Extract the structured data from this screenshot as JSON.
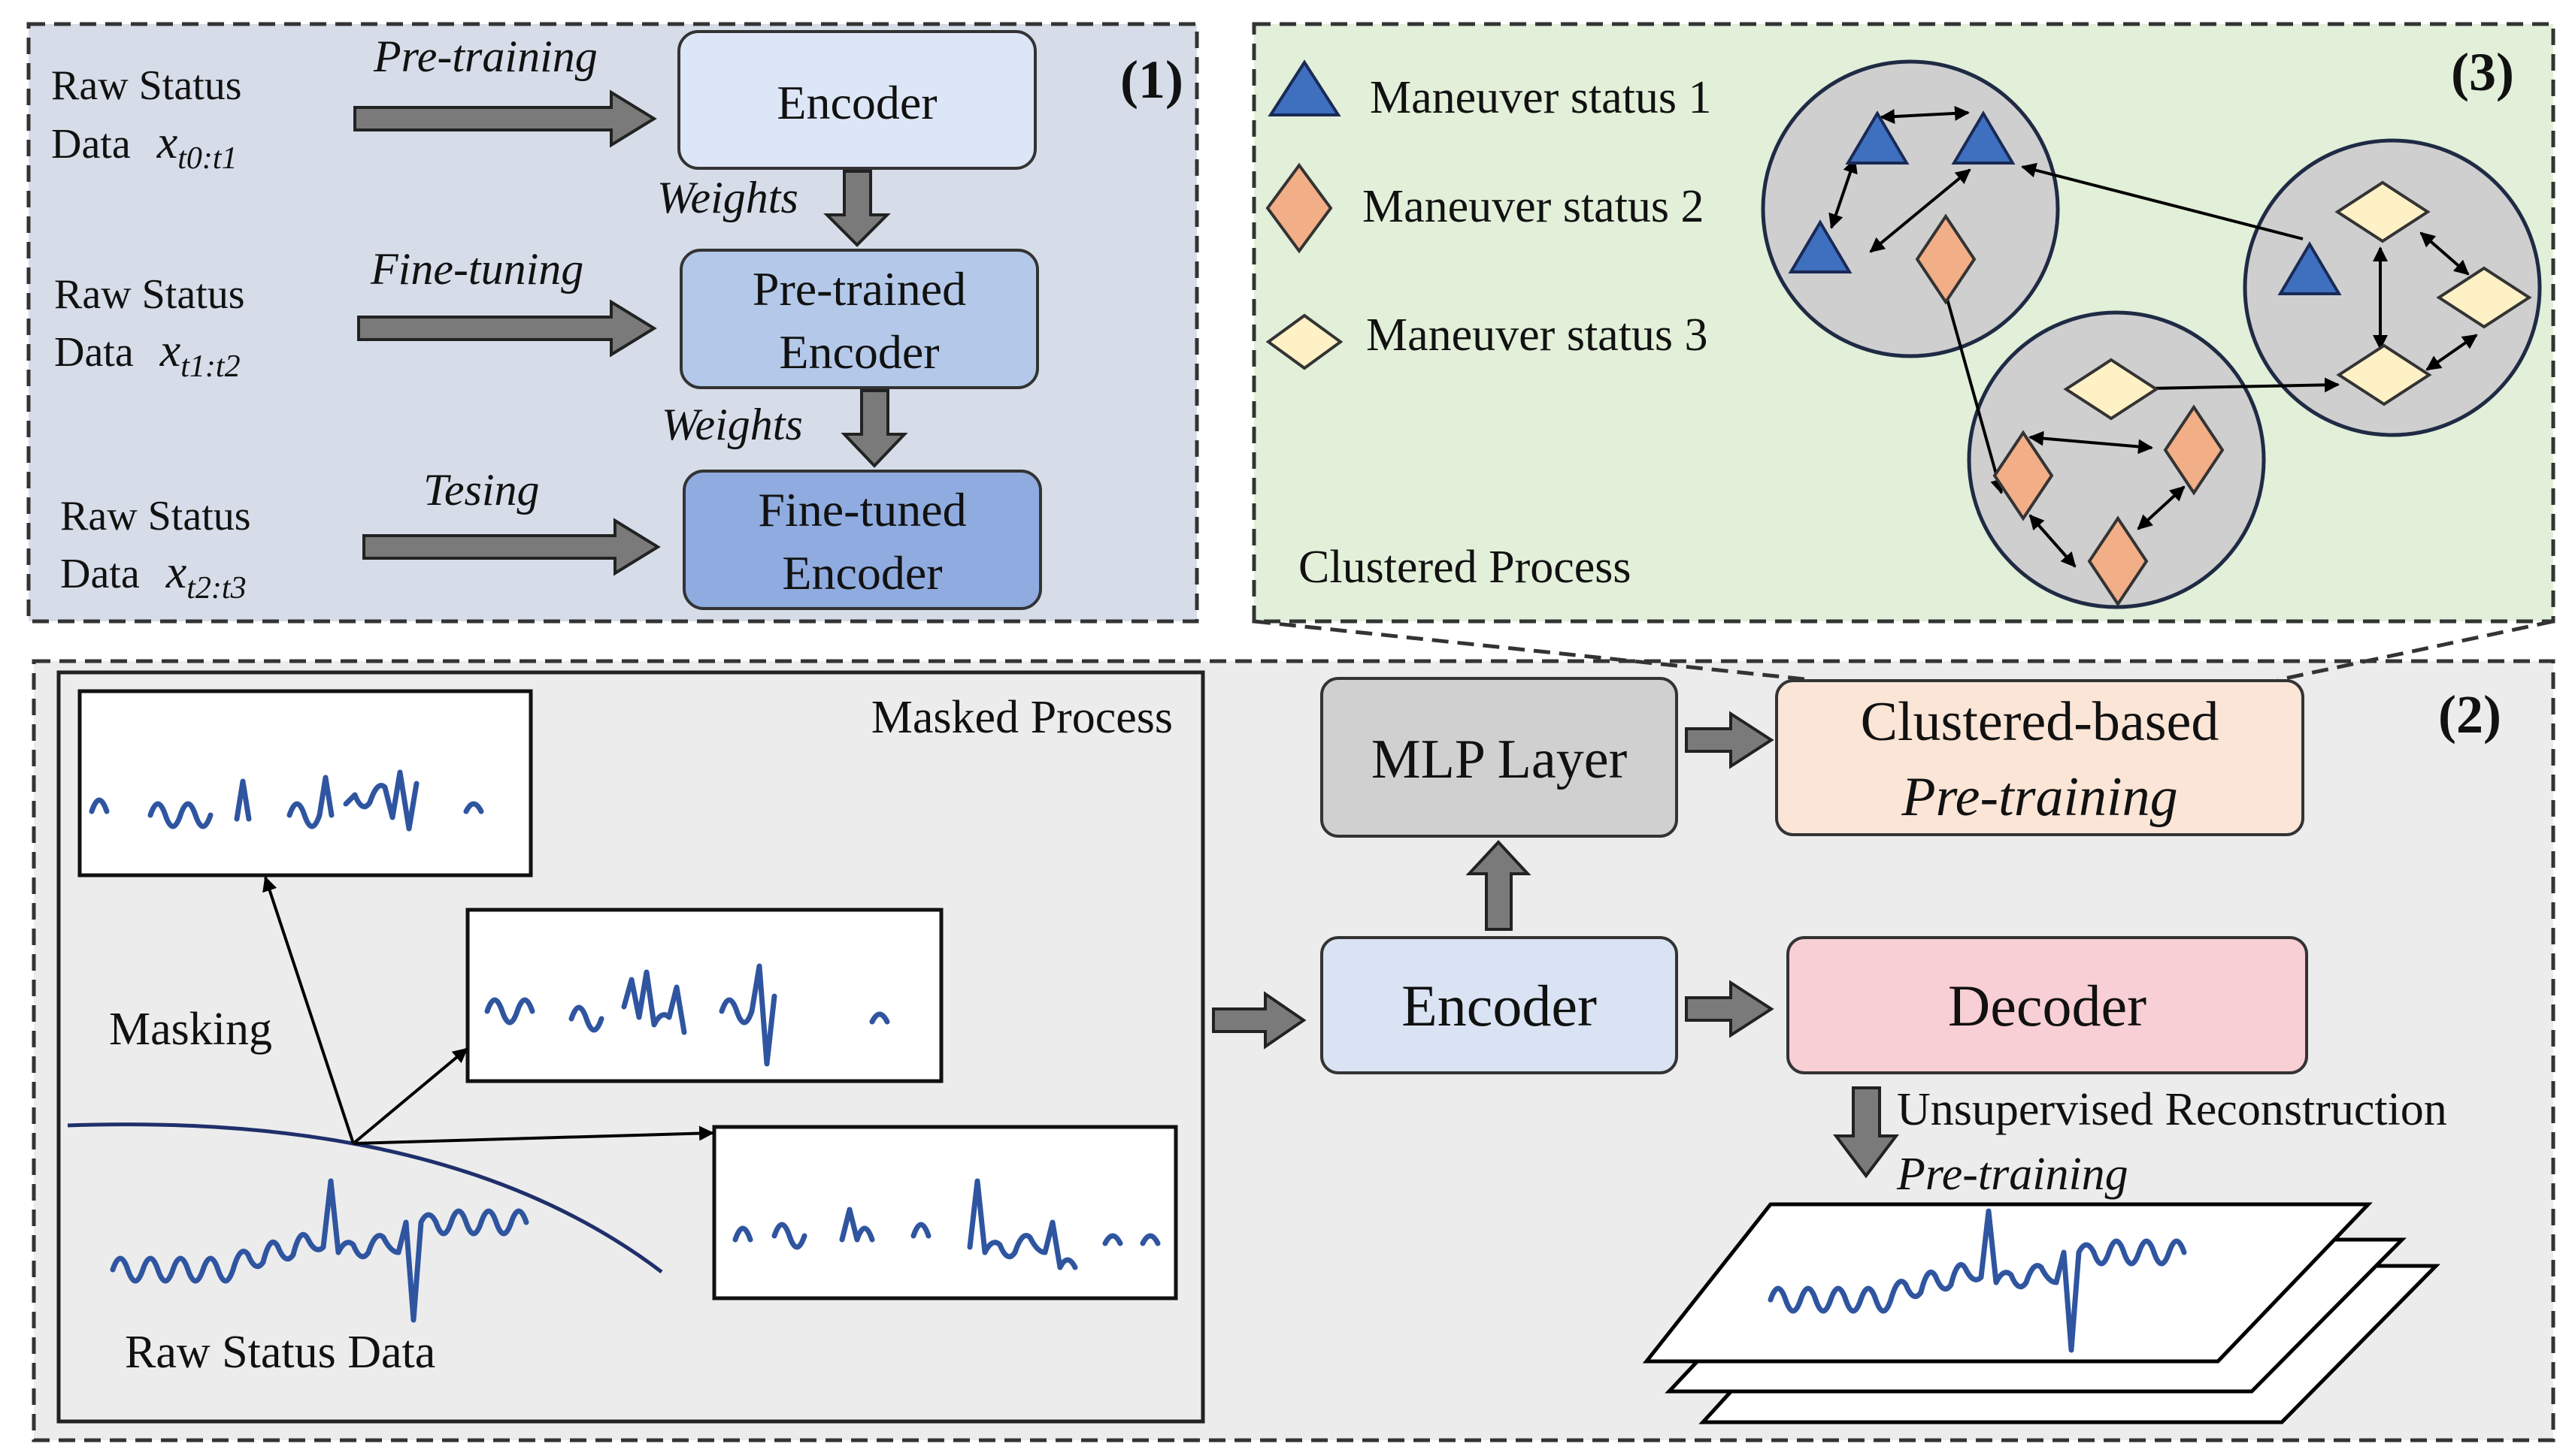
{
  "panel1": {
    "label": "(1)",
    "rows": [
      {
        "raw_line1": "Raw Status",
        "raw_line2": "Data",
        "var_x": "x",
        "var_sub": "t0:t1",
        "arrow_label": "Pre-training",
        "box_line1": "Encoder",
        "box_line2": "",
        "box_color": "#dde6f6"
      },
      {
        "raw_line1": "Raw Status",
        "raw_line2": "Data",
        "var_x": "x",
        "var_sub": "t1:t2",
        "arrow_label": "Fine-tuning",
        "box_line1": "Pre-trained",
        "box_line2": "Encoder",
        "box_color": "#b4c9e9"
      },
      {
        "raw_line1": "Raw Status",
        "raw_line2": "Data",
        "var_x": "x",
        "var_sub": "t2:t3",
        "arrow_label": "Tesing",
        "box_line1": "Fine-tuned",
        "box_line2": "Encoder",
        "box_color": "#8fabdf"
      }
    ],
    "weights_label": "Weights"
  },
  "panel3": {
    "label": "(3)",
    "legend": [
      {
        "shape": "triangle",
        "label": "Maneuver status 1",
        "color": "#3f6fbf"
      },
      {
        "shape": "diamond",
        "label": "Maneuver status 2",
        "color": "#f2ae86"
      },
      {
        "shape": "diamond",
        "label": "Maneuver status 3",
        "color": "#fff1c6"
      }
    ],
    "caption": "Clustered Process"
  },
  "panel2": {
    "label": "(2)",
    "masked_title": "Masked Process",
    "masking_label": "Masking",
    "raw_label": "Raw Status Data",
    "mlp_label": "MLP Layer",
    "cluster_line1": "Clustered-based",
    "cluster_line2": "Pre-training",
    "encoder_label": "Encoder",
    "decoder_label": "Decoder",
    "recon_line1": "Unsupervised Reconstruction",
    "recon_line2": "Pre-training"
  },
  "colors": {
    "panel1_bg": "#d6dde9",
    "panel3_bg": "#e2efd9",
    "panel2_bg": "#ececec",
    "arrow_gray": "#7a7a7a",
    "signal_blue": "#2f55a0",
    "mlp_fill": "#d0d0d0",
    "cluster_fill": "#fbe5d6",
    "encoder_fill": "#dae3f3",
    "decoder_fill": "#f8cfd4",
    "circle_fill": "#cfcfcf"
  }
}
